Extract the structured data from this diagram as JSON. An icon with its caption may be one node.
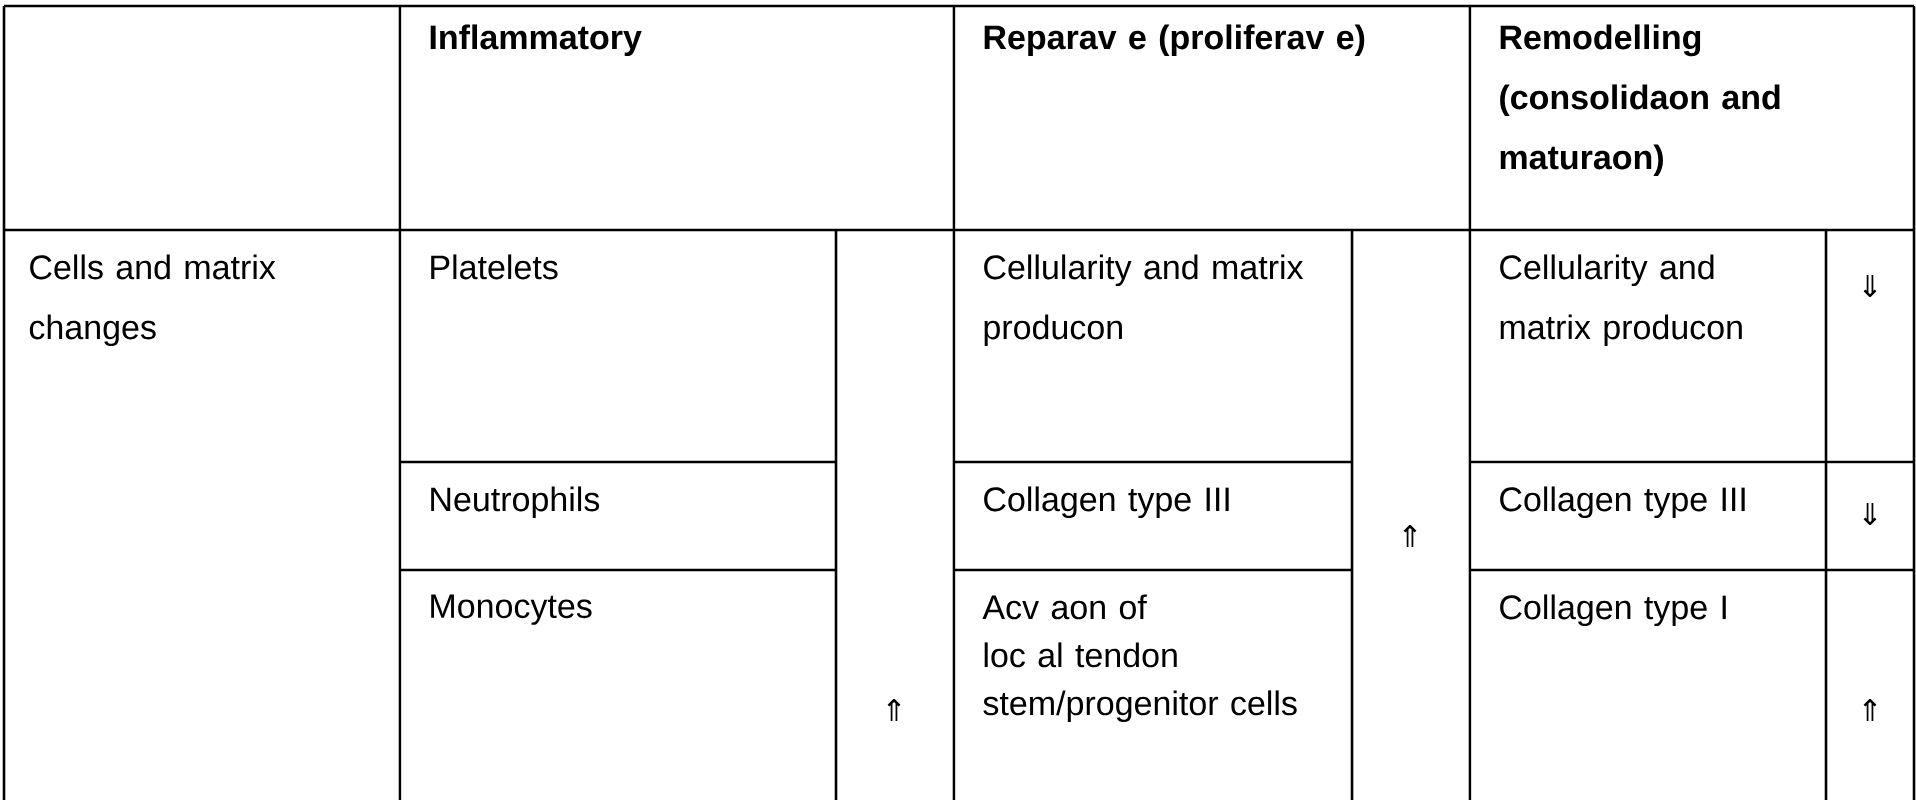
{
  "diagram": {
    "labels": [
      "Inflammatory",
      "Reparav e (proliferav e)",
      "Remodelling (consolidaon and maturaon)",
      "Cells and matrix changes",
      "Platelets",
      "⇑",
      "Cellularity and matrix producon",
      "⇑",
      "Cellularity and matrix producon",
      "⇓",
      "Neutrophils",
      "Collagen type III",
      "Collagen type III",
      "⇓",
      "Monocytes",
      "Acv aon of loc al tendon stem/progenitor cells",
      "Collagen type I",
      "⇑"
    ]
  }
}
